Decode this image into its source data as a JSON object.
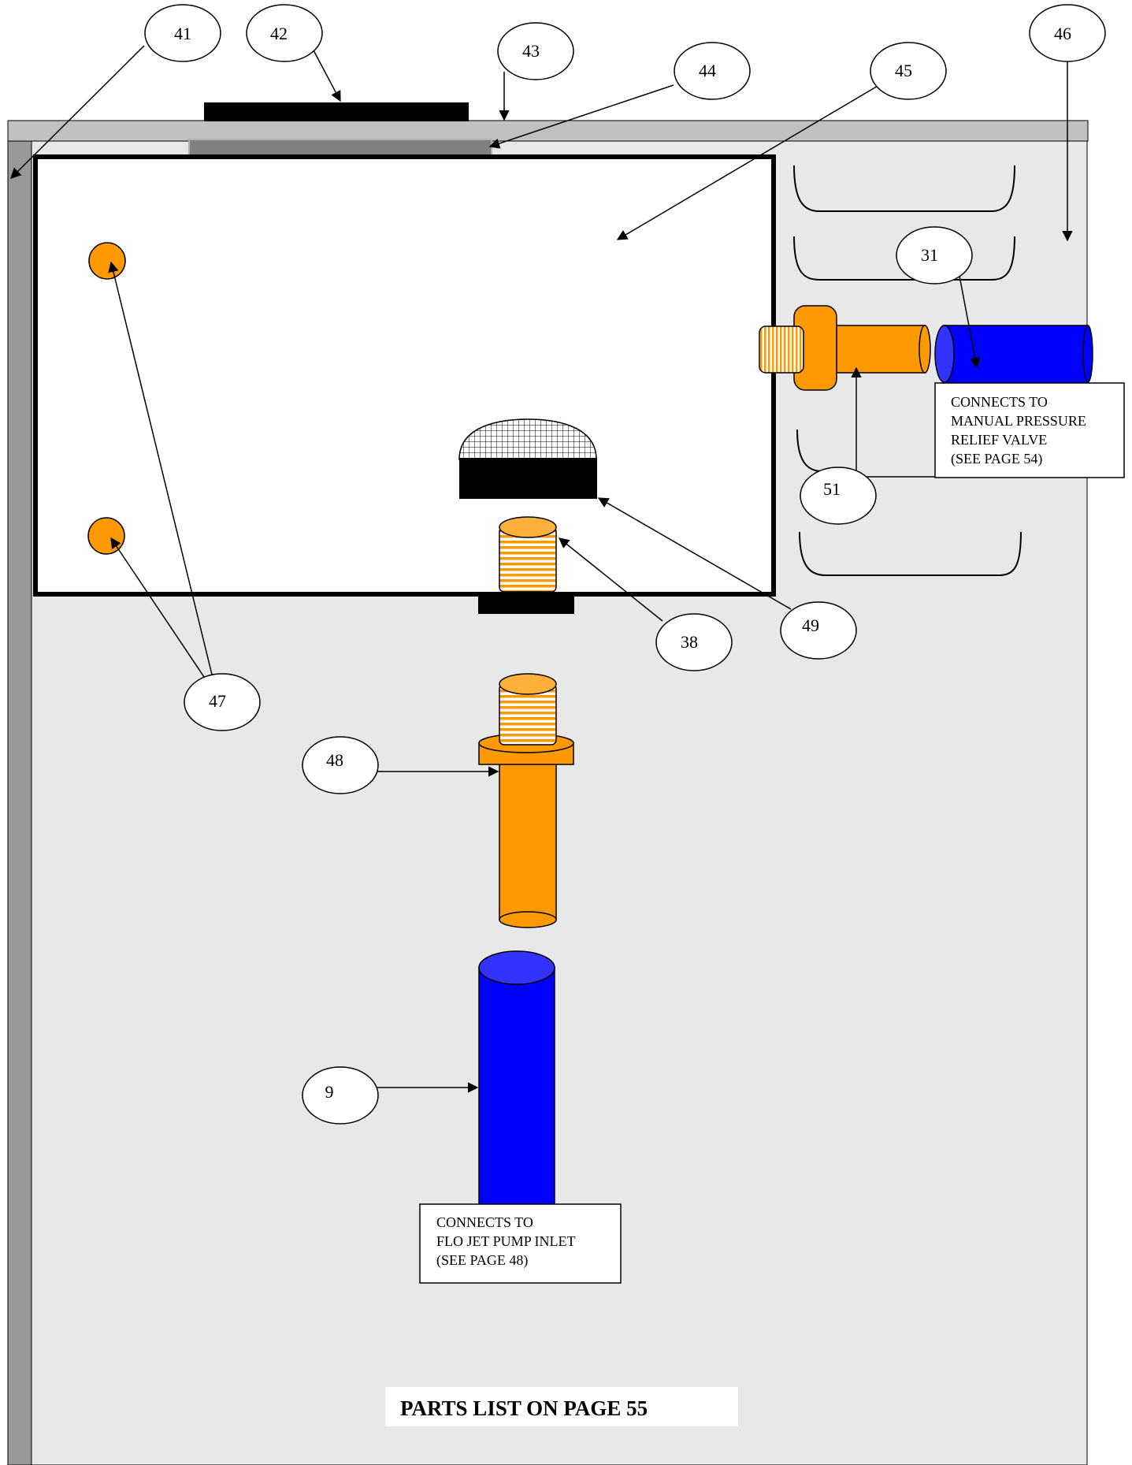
{
  "callouts": {
    "c41": "41",
    "c42": "42",
    "c43": "43",
    "c44": "44",
    "c45": "45",
    "c46": "46",
    "c31": "31",
    "c51": "51",
    "c38": "38",
    "c49": "49",
    "c47": "47",
    "c48": "48",
    "c9": "9"
  },
  "notes": {
    "relief_valve": [
      "CONNECTS TO",
      "MANUAL PRESSURE",
      "RELIEF VALVE",
      "(SEE PAGE 54)"
    ],
    "pump_inlet": [
      "CONNECTS TO",
      "FLO JET PUMP INLET",
      "(SEE PAGE 48)"
    ]
  },
  "footer": {
    "parts_list": "PARTS LIST ON PAGE 55"
  },
  "colors": {
    "orange": "#FF9900",
    "orange_light": "#FFB03B",
    "blue": "#0000FF",
    "blue_light": "#3333FF",
    "panel": "#E8E8E8",
    "frame_gray": "#999999",
    "top_bar": "#C0C0C0"
  }
}
